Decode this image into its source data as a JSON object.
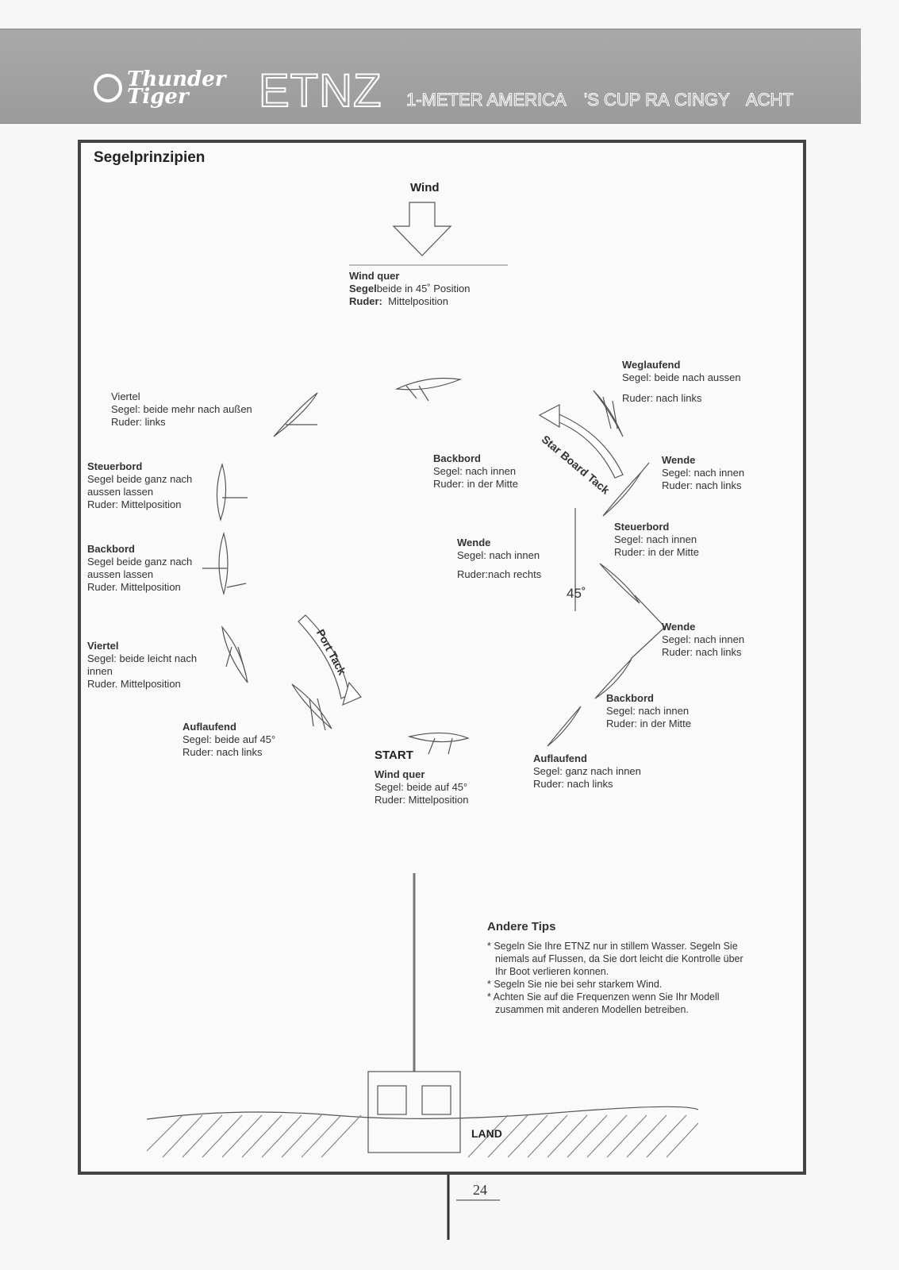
{
  "header": {
    "brand": [
      "Thunder",
      "Tiger"
    ],
    "model": "ETNZ",
    "subtitle": [
      "1-METER AMERICA",
      "'S CUP RA",
      "CINGY",
      "ACHT"
    ]
  },
  "page_title": "Segelprinzipien",
  "diagram": {
    "wind": "Wind",
    "top": {
      "t": "Wind quer",
      "s1": "Segel",
      "s2": "beide in 45˚ Position",
      "r1": "Ruder:",
      "r2": "Mittelposition"
    },
    "viertel1": {
      "t": "Viertel",
      "a": "Segel: beide mehr nach außen",
      "b": "Ruder: links"
    },
    "steuerbord1": {
      "t": "Steuerbord",
      "a": "Segel beide ganz nach",
      "b": "aussen lassen",
      "c": "Ruder: Mittelposition"
    },
    "backbord1": {
      "t": "Backbord",
      "a": "Segel beide ganz nach",
      "b": "aussen lassen",
      "c": "Ruder. Mittelposition"
    },
    "viertel2": {
      "t": "Viertel",
      "a": "Segel: beide leicht nach",
      "b": "innen",
      "c": "Ruder. Mittelposition"
    },
    "auflaufend1": {
      "t": "Auflaufend",
      "a": "Segel: beide auf 45°",
      "b": "Ruder: nach links"
    },
    "start": "START",
    "start_info": {
      "t": "Wind quer",
      "a": "Segel: beide auf 45°",
      "b": "Ruder: Mittelposition"
    },
    "backbord_mid": {
      "t": "Backbord",
      "a": "Segel: nach innen",
      "b": "Ruder: in der Mitte"
    },
    "wende_mid": {
      "t": "Wende",
      "a": "Segel: nach innen",
      "b": "Ruder:nach rechts"
    },
    "angle": "45˚",
    "weglaufend": {
      "t": "Weglaufend",
      "a": "Segel: beide nach aussen",
      "b": "Ruder: nach links"
    },
    "wende_r1": {
      "t": "Wende",
      "a": "Segel: nach innen",
      "b": "Ruder: nach links"
    },
    "steuerbord_r": {
      "t": "Steuerbord",
      "a": "Segel: nach innen",
      "b": "Ruder: in der Mitte"
    },
    "wende_r2": {
      "t": "Wende",
      "a": "Segel: nach innen",
      "b": "Ruder: nach links"
    },
    "backbord_r": {
      "t": "Backbord",
      "a": "Segel: nach innen",
      "b": "Ruder: in der Mitte"
    },
    "auflaufend_r": {
      "t": "Auflaufend",
      "a": "Segel: ganz nach innen",
      "b": "Ruder: nach links"
    },
    "star_board_tack": "Star Board Tack",
    "port_tack": "Port Tack",
    "land": "LAND"
  },
  "tips": {
    "title": "Andere Tips",
    "items": [
      [
        "Segeln Sie Ihre ETNZ nur in stillem Wasser. Segeln Sie",
        "niemals  auf Flussen, da Sie dort leicht die Kontrolle über",
        "Ihr Boot verlieren konnen."
      ],
      [
        "Segeln Sie nie bei sehr starkem Wind."
      ],
      [
        "Achten Sie auf die Frequenzen wenn Sie Ihr Modell",
        "zusammen mit anderen Modellen betreiben."
      ]
    ]
  },
  "page_number": "24"
}
